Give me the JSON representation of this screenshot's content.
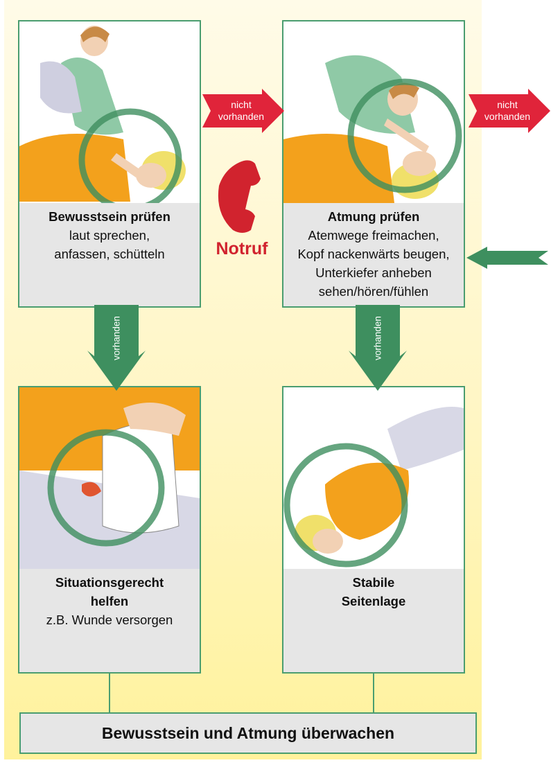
{
  "steps": [
    {
      "title": "Bewusstsein prüfen",
      "lines": [
        "laut sprechen,",
        "anfassen, schütteln"
      ]
    },
    {
      "title": "Atmung prüfen",
      "lines": [
        "Atemwege freimachen,",
        "Kopf nackenwärts beugen,",
        "Unterkiefer anheben",
        "sehen/hören/fühlen"
      ]
    },
    {
      "title_lines": [
        "Situationsgerecht",
        "helfen"
      ],
      "lines": [
        "z.B. Wunde versorgen"
      ]
    },
    {
      "title_lines": [
        "Stabile",
        "Seitenlage"
      ],
      "lines": []
    }
  ],
  "arrows": {
    "not_present_line1": "nicht",
    "not_present_line2": "vorhanden",
    "present": "vorhanden"
  },
  "emergency_call": "Notruf",
  "monitor": "Bewusstsein und Atmung überwachen",
  "colors": {
    "green": "#4a9d70",
    "red": "#e0243a",
    "yellow": "#fff29c"
  }
}
